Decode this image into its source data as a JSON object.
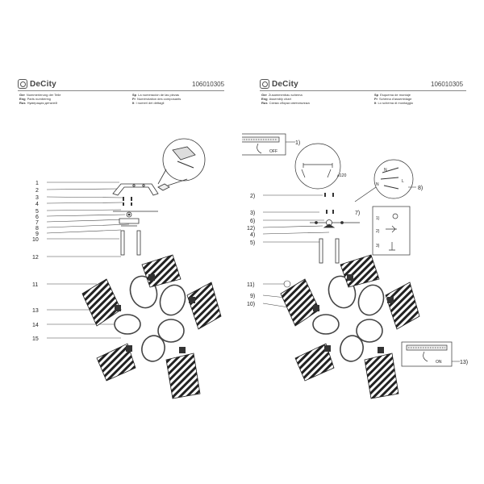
{
  "brand": "DeCity",
  "product_code": "106010305",
  "left_legend": [
    {
      "lang": "Ger",
      "text": "Nummerierung der Teile"
    },
    {
      "lang": "Eng",
      "text": "Parts numbering"
    },
    {
      "lang": "Rus",
      "text": "Нумерация деталей"
    },
    {
      "lang": "Sp",
      "text": "La numeración de las piezas"
    },
    {
      "lang": "Fr",
      "text": "Numérotation des composants"
    },
    {
      "lang": "It",
      "text": "I numeri dei dettagli"
    }
  ],
  "right_legend": [
    {
      "lang": "Ger",
      "text": "Zusammenbau schema"
    },
    {
      "lang": "Eng",
      "text": "Assembly chart"
    },
    {
      "lang": "Rus",
      "text": "Схема сборки светильника"
    },
    {
      "lang": "Sp",
      "text": "Esquema de montaje"
    },
    {
      "lang": "Fr",
      "text": "Schéma d'assemblage"
    },
    {
      "lang": "It",
      "text": "Lo schema di montaggio"
    }
  ],
  "left_labels": [
    "1",
    "2",
    "3",
    "4",
    "5",
    "6",
    "7",
    "8",
    "9",
    "10",
    "12",
    "11",
    "13",
    "14",
    "15"
  ],
  "right_labels": [
    "1)",
    "2)",
    "3)",
    "6)",
    "12)",
    "4)",
    "5)",
    "7)",
    "8)",
    "11)",
    "9)",
    "10)",
    "13)"
  ],
  "dimension": "⌀120",
  "off_text": "OFF",
  "on_text": "ON",
  "wire_letters": [
    "N",
    "L"
  ],
  "steps": [
    "1)",
    "2)",
    "3)"
  ]
}
